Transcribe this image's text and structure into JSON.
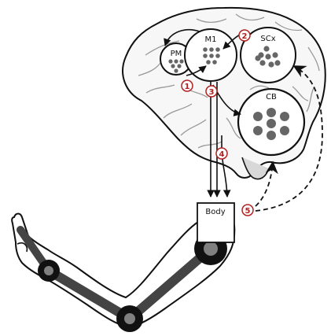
{
  "regions": {
    "pm": "PM",
    "m1": "M1",
    "scx": "SCx",
    "cb": "CB",
    "body": "Body"
  },
  "pathways": [
    "1",
    "2",
    "3",
    "4",
    "5"
  ],
  "colors": {
    "outline": "#111111",
    "brain_fill": "#f7f7f7",
    "brain_folds": "#9a9a9a",
    "neuron": "#666666",
    "number_ring": "#b22222",
    "arm_bone": "#444444",
    "joint_outer": "#111111",
    "joint_inner": "#808080"
  }
}
